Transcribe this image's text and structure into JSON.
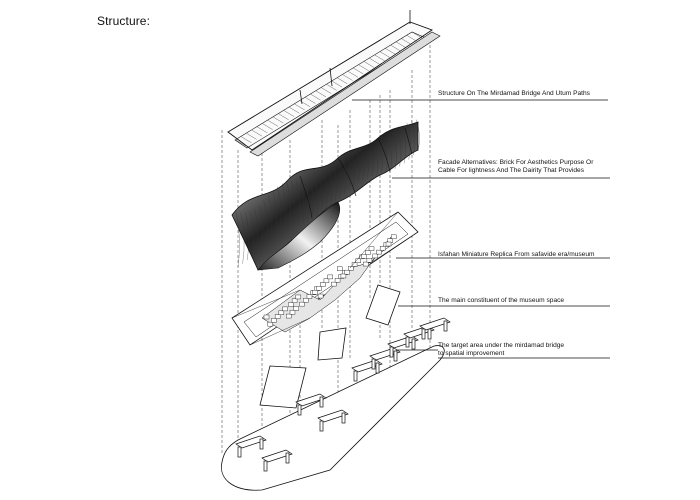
{
  "page": {
    "title": "Structure:"
  },
  "callouts": [
    {
      "lines": [
        "Structure On The Mirdamad Bridge And Utum Paths"
      ]
    },
    {
      "lines": [
        "Facade Alternatives: Brick For Aesthetics Purpose Or",
        "Cable For lightness And The Dairity That Provides"
      ]
    },
    {
      "lines": [
        "Isfahan Miniature Replica From safavide era/museum"
      ]
    },
    {
      "lines": [
        "The main constituent of the museum space"
      ]
    },
    {
      "lines": [
        "The target area under the mirdamad bridge",
        "to spatial improvement"
      ]
    }
  ],
  "colors": {
    "ink": "#111111",
    "guide": "#555555",
    "background": "#ffffff"
  }
}
